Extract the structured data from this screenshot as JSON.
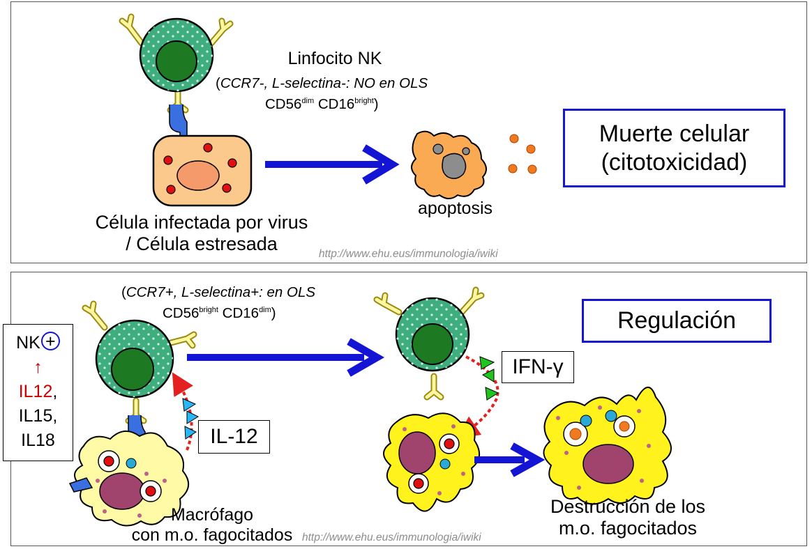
{
  "top": {
    "nk_title": "Linfocito NK",
    "nk_markers_line1_pre": "(",
    "nk_markers_line1": "CCR7-, L-selectina-: NO en OLS",
    "nk_cd56": "CD56",
    "nk_cd56_sup": "dim",
    "nk_cd16": " CD16",
    "nk_cd16_sup": "bright",
    "nk_close": ")",
    "infected_label_1": "Célula infectada por virus",
    "infected_label_2": "/ Célula estresada",
    "apoptosis_label": "apoptosis",
    "outcome_line1": "Muerte celular",
    "outcome_line2": "(citotoxicidad)",
    "source_url": "http://www.ehu.eus/immunologia/iwiki"
  },
  "bottom": {
    "nk_markers_line1_pre": "(",
    "nk_markers_line1": "CCR7+, L-selectina+: en OLS",
    "nk_cd56": "CD56",
    "nk_cd56_sup": "bright",
    "nk_cd16": " CD16",
    "nk_cd16_sup": "dim",
    "nk_close": ")",
    "outcome": "Regulación",
    "ifn_label": "IFN-γ",
    "il12_label": "IL-12",
    "macrophage_label_1": "Macrófago",
    "macrophage_label_2": "con m.o. fagocitados",
    "destruction_label_1": "Destrucción de los",
    "destruction_label_2": "m.o. fagocitados",
    "source_url": "http://www.ehu.eus/immunologia/iwiki",
    "side_box": {
      "nk": "NK",
      "plus": "+",
      "arrow": "↑",
      "il12": "IL12",
      "il12_comma": ",",
      "il15": "IL15,",
      "il18": "IL18"
    }
  },
  "colors": {
    "arrow_blue": "#1414d4",
    "nk_green": "#3fae7e",
    "nucleus_green": "#1d7a22",
    "infected_orange": "#fbc98c",
    "macrophage_yellow": "#fff21d",
    "il12_red": "#cc0000",
    "signal_cyan": "#29b6f6",
    "signal_green": "#1fc41f"
  }
}
